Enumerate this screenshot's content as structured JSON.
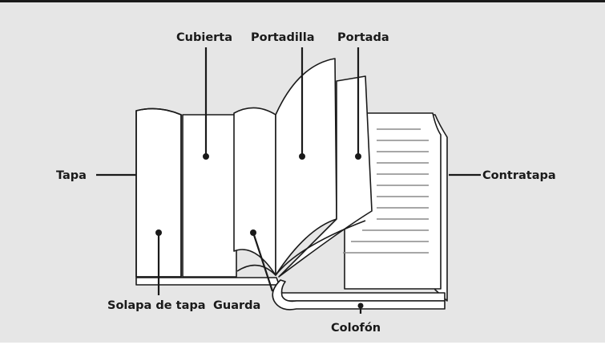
{
  "diagram": {
    "labels": {
      "cubierta": "Cubierta",
      "portadilla": "Portadilla",
      "portada": "Portada",
      "tapa": "Tapa",
      "contratapa": "Contratapa",
      "solapa": "Solapa de tapa",
      "guarda": "Guarda",
      "colofon": "Colofón"
    },
    "colors": {
      "background": "#e6e6e6",
      "page": "#ffffff",
      "stroke": "#1a1a1a",
      "text_lines": "#8a8a8a"
    }
  }
}
